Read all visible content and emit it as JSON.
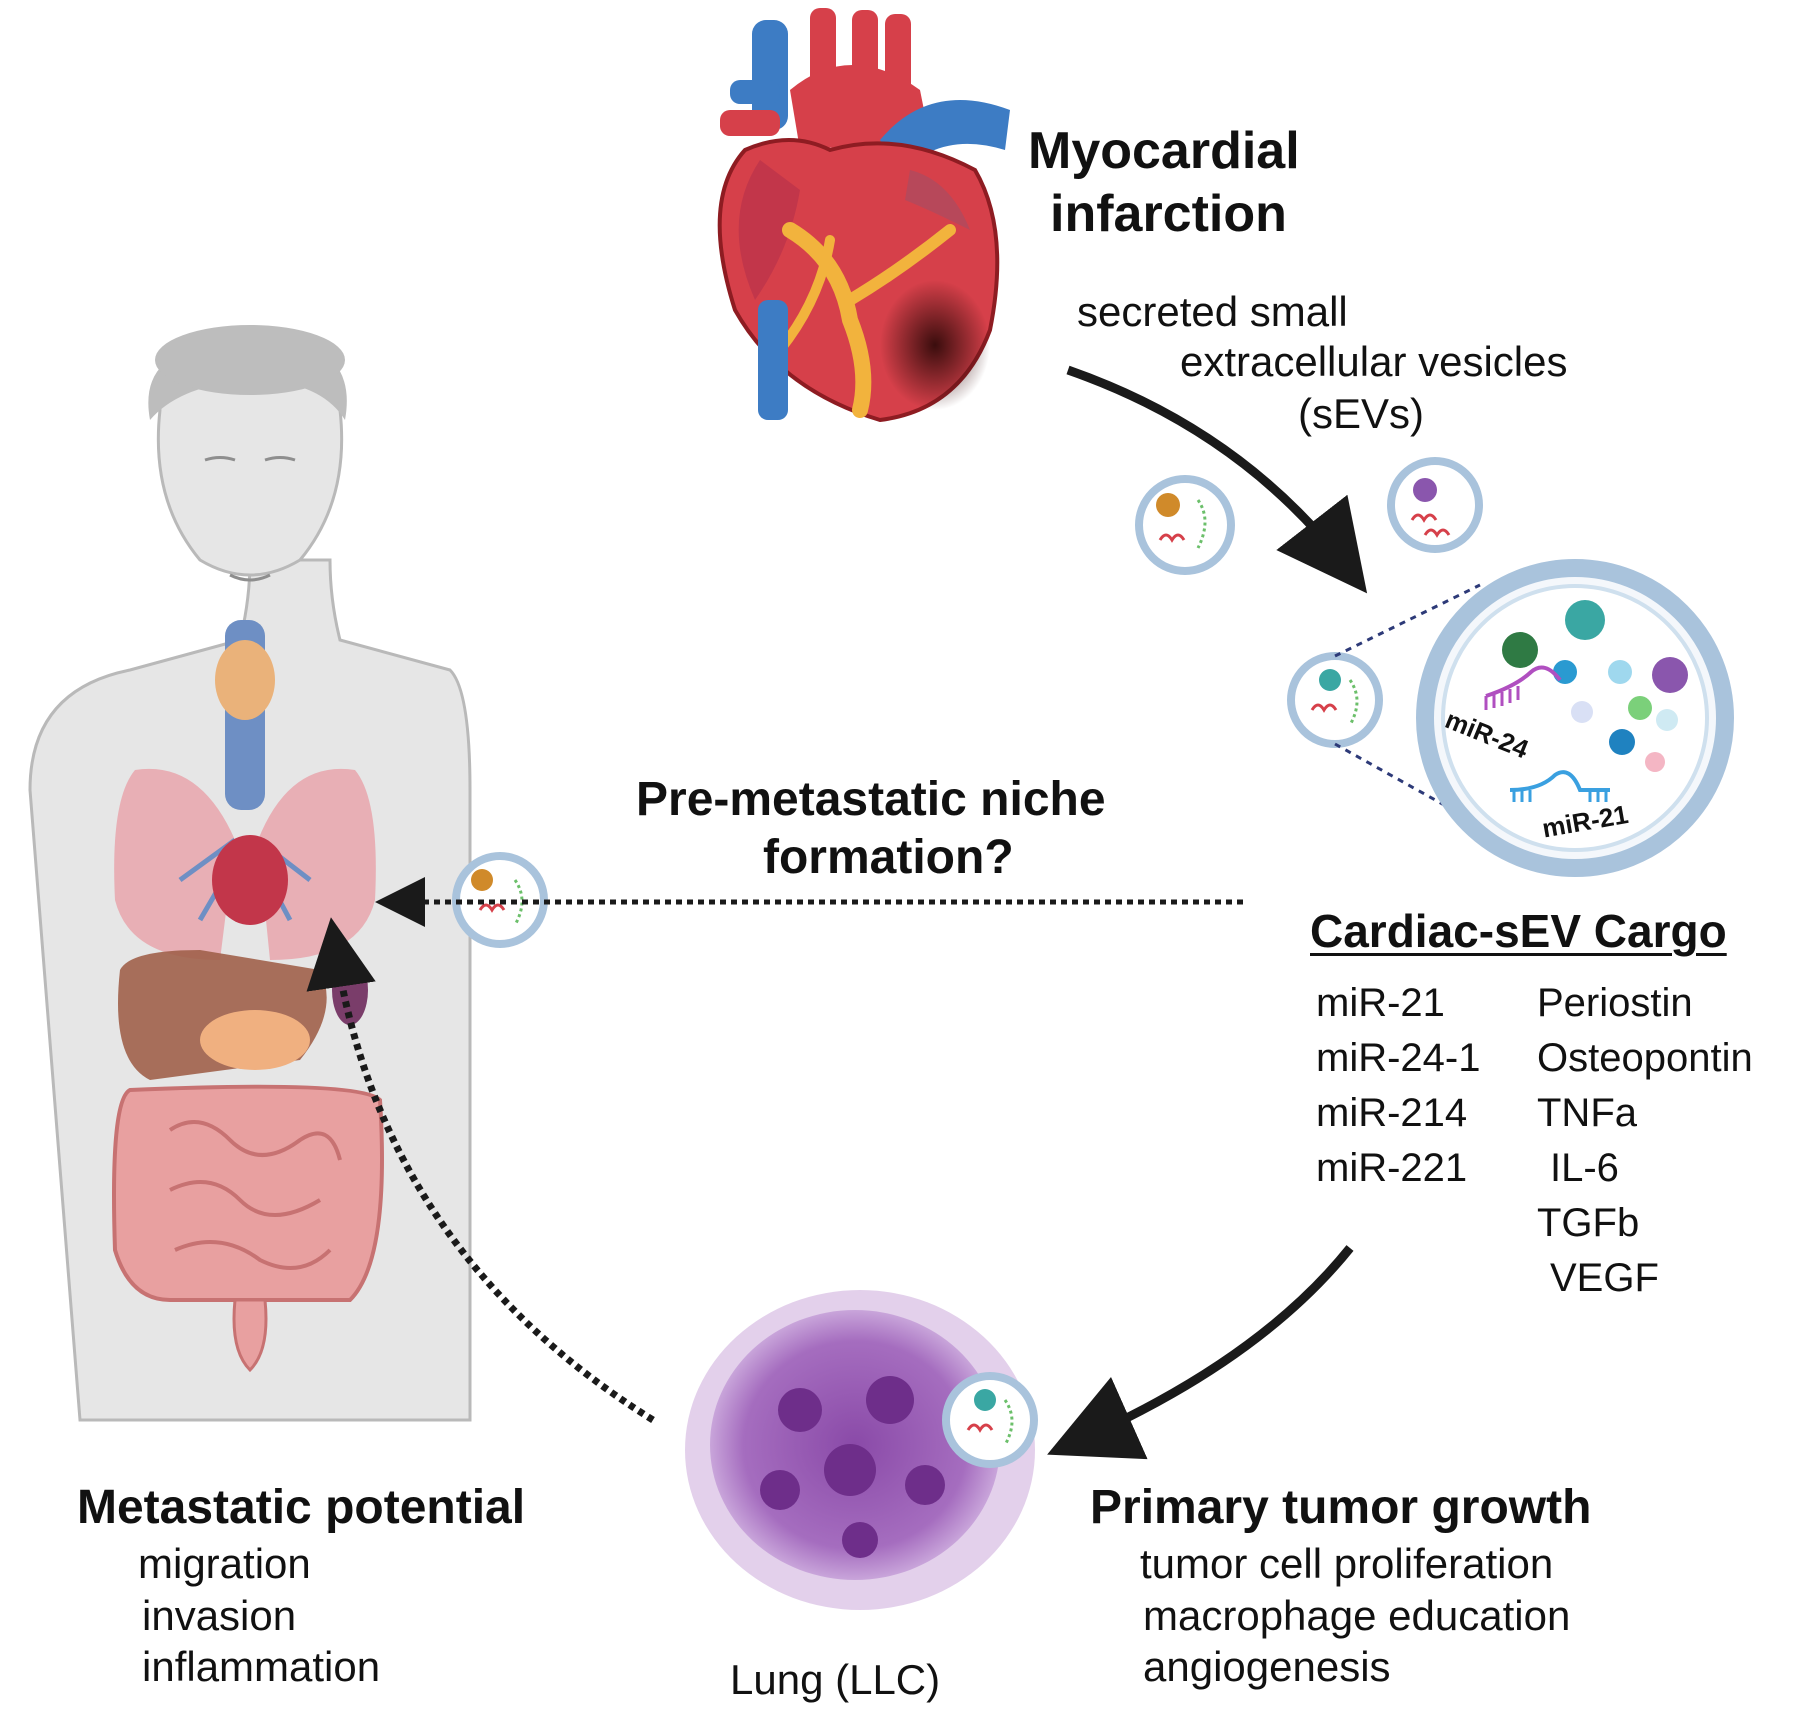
{
  "heart": {
    "title_line1": "Myocardial",
    "title_line2": "infarction"
  },
  "secretion": {
    "line1": "secreted small",
    "line2": "extracellular vesicles",
    "line3": "(sEVs)"
  },
  "vesicle_zoom": {
    "label_mir24": "miR-24",
    "label_mir21": "miR-21"
  },
  "niche": {
    "line1": "Pre-metastatic niche",
    "line2": "formation?"
  },
  "cargo": {
    "title": "Cardiac-sEV Cargo",
    "mirnas": [
      "miR-21",
      "miR-24-1",
      "miR-214",
      "miR-221"
    ],
    "proteins": [
      "Periostin",
      "Osteopontin",
      "TNFa",
      "IL-6",
      "TGFb",
      "VEGF"
    ]
  },
  "metastatic": {
    "title": "Metastatic potential",
    "items": [
      "migration",
      "invasion",
      "inflammation"
    ]
  },
  "tumor": {
    "label": "Lung (LLC)"
  },
  "primary": {
    "title": "Primary tumor growth",
    "items": [
      "tumor cell proliferation",
      "macrophage education",
      "angiogenesis"
    ]
  },
  "colors": {
    "arrow": "#1a1a1a",
    "heart_red": "#d6404a",
    "vein_blue": "#3d7cc4",
    "body_gray": "#e6e6e6",
    "tumor_purple": "#9a5ab3",
    "vesicle_ring": "#a9c3dc"
  }
}
